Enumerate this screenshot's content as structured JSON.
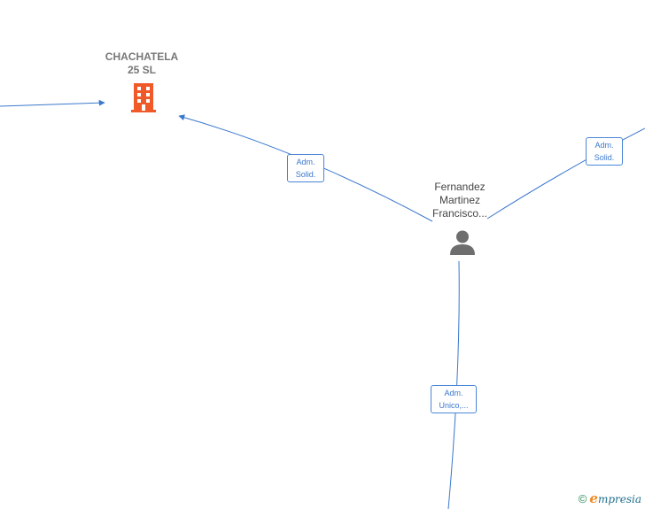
{
  "nodes": {
    "company": {
      "name_line1": "CHACHATELA",
      "name_line2": "25  SL",
      "icon": "building-icon",
      "color": "#f05a28"
    },
    "person": {
      "name_line1": "Fernandez",
      "name_line2": "Martinez",
      "name_line3": "Francisco...",
      "icon": "person-icon",
      "color": "#6e6e6e"
    }
  },
  "edges": {
    "person_to_company": {
      "line1": "Adm.",
      "line2": "Solid."
    },
    "person_to_right": {
      "line1": "Adm.",
      "line2": "Solid."
    },
    "person_to_bottom": {
      "line1": "Adm.",
      "line2": "Unico,..."
    }
  },
  "colors": {
    "edge": "#3a78cc"
  },
  "footer": {
    "copyright_symbol": "©",
    "brand_initial": "e",
    "brand_rest": "mpresia"
  }
}
